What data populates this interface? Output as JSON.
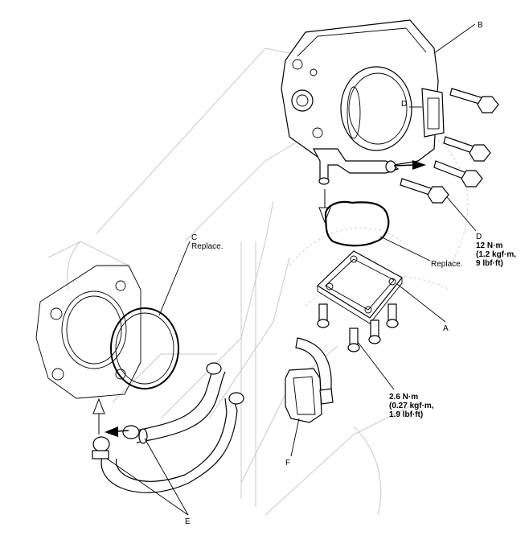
{
  "labels": {
    "A": "A",
    "B": "B",
    "C": "C",
    "C_note": "Replace.",
    "D_top": "D",
    "D": "D",
    "D_torque": [
      "12 N·m",
      "(1.2 kgf·m,",
      "9 lbf·ft)"
    ],
    "gasket_note": "Replace.",
    "bolt_torque": [
      "2.6 N·m",
      "(0.27 kgf·m,",
      "1.9 lbf·ft)"
    ],
    "E": "E",
    "F": "F"
  }
}
